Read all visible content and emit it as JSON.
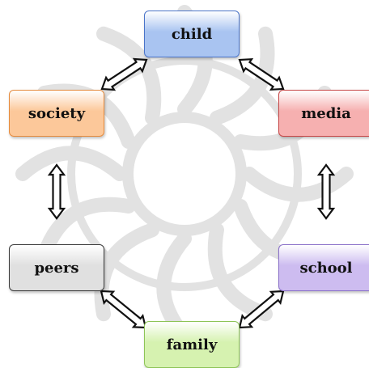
{
  "nodes": {
    "child": {
      "label": "child",
      "fill": "#a9c4f1",
      "border": "#4a74c9"
    },
    "media": {
      "label": "media",
      "fill": "#f6b0b0",
      "border": "#c74646"
    },
    "society": {
      "label": "society",
      "fill": "#fcc89a",
      "border": "#e58a3c"
    },
    "peers": {
      "label": "peers",
      "fill": "#e0e0e0",
      "border": "#3a3a3a"
    },
    "school": {
      "label": "school",
      "fill": "#cdbcf0",
      "border": "#8a70c9"
    },
    "family": {
      "label": "family",
      "fill": "#d6f2b0",
      "border": "#8dc456"
    }
  },
  "connections": [
    {
      "from": "child",
      "to": "society",
      "direction": "bidirectional"
    },
    {
      "from": "child",
      "to": "media",
      "direction": "bidirectional"
    },
    {
      "from": "society",
      "to": "peers",
      "direction": "bidirectional"
    },
    {
      "from": "media",
      "to": "school",
      "direction": "bidirectional"
    },
    {
      "from": "peers",
      "to": "family",
      "direction": "bidirectional"
    },
    {
      "from": "school",
      "to": "family",
      "direction": "bidirectional"
    }
  ],
  "watermark_color": "#e2e2e2"
}
